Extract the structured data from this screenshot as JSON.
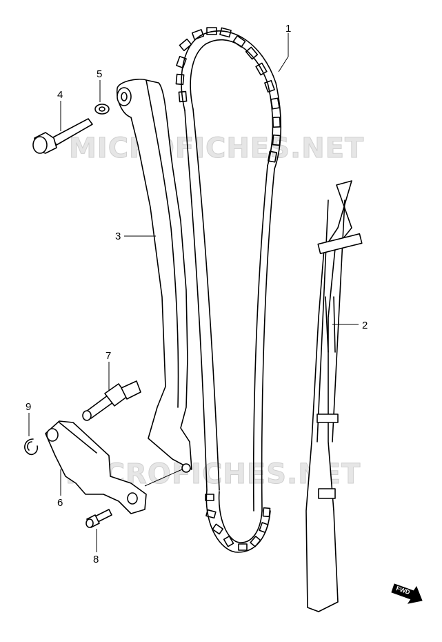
{
  "watermarks": [
    "MICROFICHES.NET",
    "MICROFICHES.NET"
  ],
  "callouts": [
    "1",
    "2",
    "3",
    "4",
    "5",
    "6",
    "7",
    "8",
    "9"
  ],
  "direction_label": "FWD"
}
